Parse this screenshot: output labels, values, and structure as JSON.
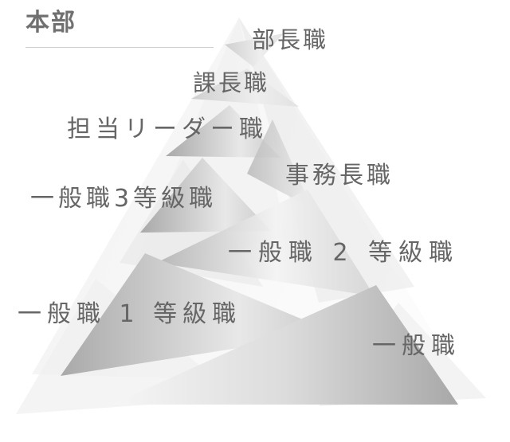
{
  "header": {
    "title": "本部"
  },
  "levels": {
    "bucho": "部長職",
    "kacho": "課長職",
    "tanto_leader": "担当リーダー職",
    "jimu_cho": "事務長職",
    "ippan_3": "一般職3等級職",
    "ippan_2": "一般職 2 等級職",
    "ippan_1": "一般職 1 等級職",
    "ippan": "一般職"
  },
  "colors": {
    "text": "#666666",
    "header": "#707070",
    "facet_dark": "#a8a8a8",
    "facet_light": "#f4f4f4"
  }
}
